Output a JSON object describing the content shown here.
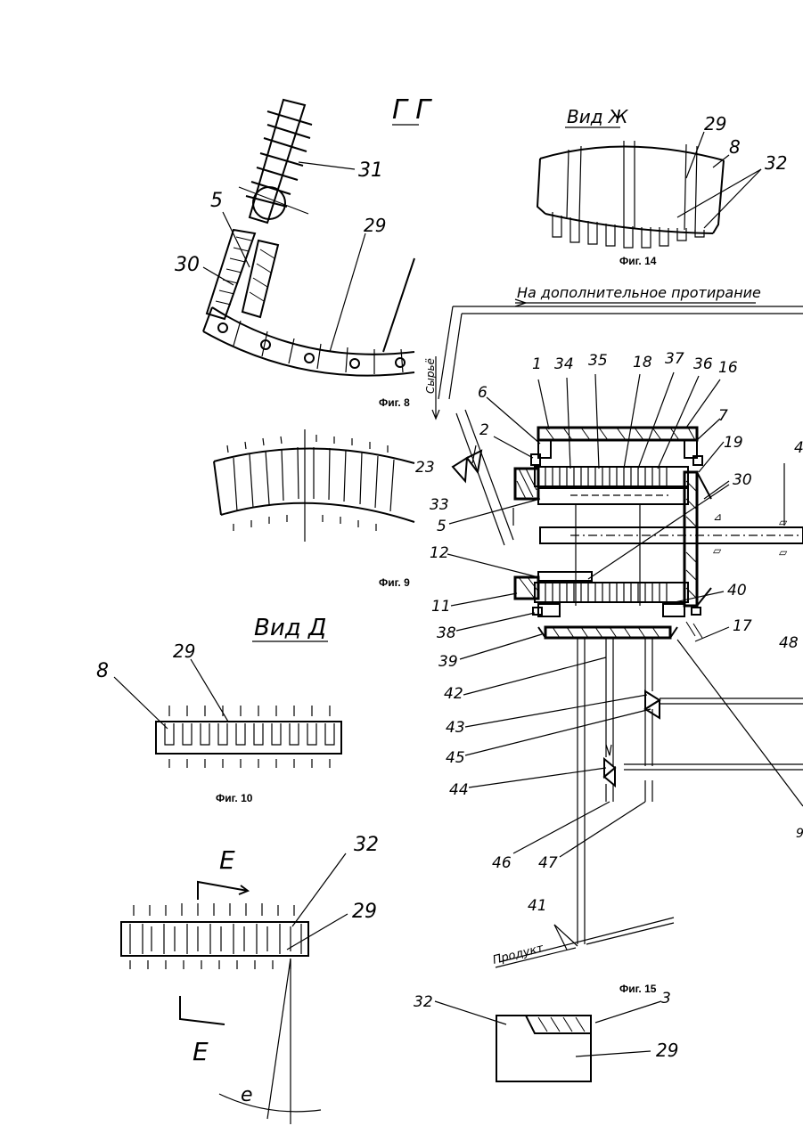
{
  "figures": {
    "section_g": {
      "title": "Г  Г"
    },
    "fig8": {
      "caption": "Фиг. 8",
      "labels": {
        "l31": "31",
        "l5": "5",
        "l30": "30",
        "l29": "29"
      }
    },
    "fig9": {
      "caption": "Фиг. 9"
    },
    "fig10": {
      "view_title": "Вид Д",
      "caption": "Фиг. 10",
      "labels": {
        "l8": "8",
        "l29": "29"
      }
    },
    "fig_e": {
      "labels": {
        "e_top": "E",
        "e_bottom": "E",
        "l32": "32",
        "l29": "29",
        "angle": "e"
      }
    },
    "fig14": {
      "view_title": "Вид Ж",
      "caption": "Фиг. 14",
      "labels": {
        "l29": "29",
        "l8": "8",
        "l32": "32"
      }
    },
    "fig15": {
      "caption": "Фиг. 15",
      "top_label": "На дополнительное протирание",
      "raw_label": "Сырьё",
      "product_label": "Продукт",
      "labels": {
        "l1": "1",
        "l34": "34",
        "l35": "35",
        "l18": "18",
        "l37": "37",
        "l36": "36",
        "l16": "16",
        "l6": "6",
        "l7": "7",
        "l2": "2",
        "l19": "19",
        "l30": "30",
        "l23": "23",
        "l33": "33",
        "l5": "5",
        "l4": "4",
        "l12": "12",
        "l40": "40",
        "l11": "11",
        "l17": "17",
        "l38": "38",
        "l48": "48",
        "l39": "39",
        "l42": "42",
        "l43": "43",
        "l45": "45",
        "l44": "44",
        "l46": "46",
        "l47": "47",
        "l41": "41",
        "l9": "9"
      }
    },
    "fig_detail": {
      "labels": {
        "l32": "32",
        "l3": "3",
        "l29": "29"
      }
    }
  }
}
